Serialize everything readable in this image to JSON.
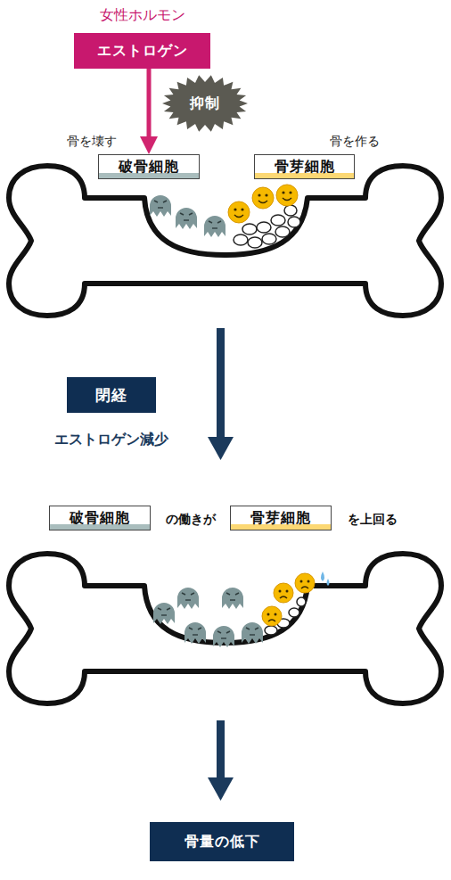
{
  "diagram": {
    "nodes": [
      {
        "text": [
          "女性ホルモン",
          "エストロゲン"
        ]
      },
      {
        "text": [
          "抑制"
        ]
      },
      {
        "text": [
          "骨を壊す",
          "破骨細胞"
        ]
      },
      {
        "text": [
          "骨を作る",
          "骨芽細胞"
        ]
      },
      {
        "text": [
          "閉経"
        ]
      },
      {
        "text": [
          "破骨細胞"
        ]
      },
      {
        "text": [
          "骨芽細胞"
        ]
      },
      {
        "text": [
          "骨量の低下"
        ]
      }
    ],
    "edges": [
      {
        "from": 0,
        "to": 2,
        "arrow": "to"
      }
    ],
    "labels": [
      "エストロゲン減少",
      "の働きが",
      "を上回る"
    ]
  }
}
